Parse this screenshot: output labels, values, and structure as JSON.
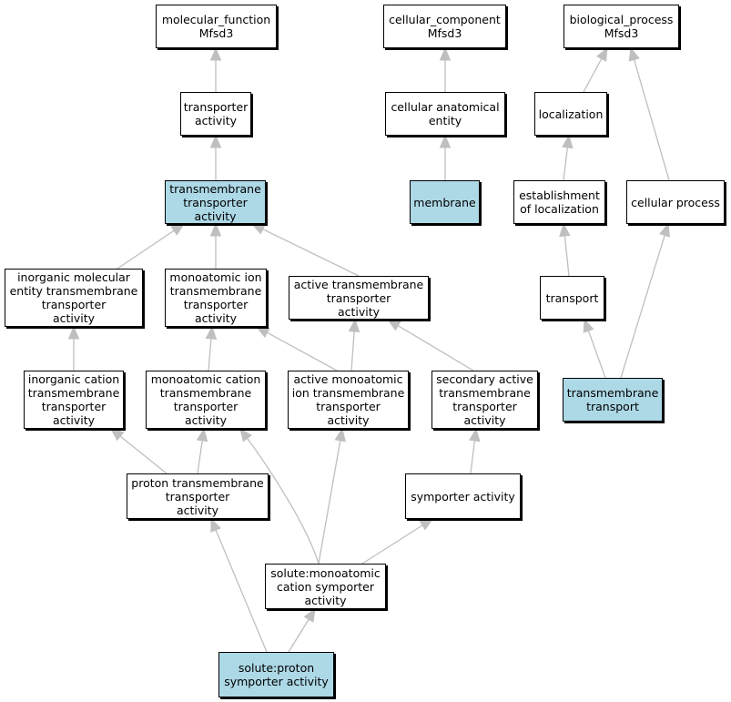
{
  "colors": {
    "highlight": "#add8e6",
    "edge": "#bfbfbf",
    "border": "#000000"
  },
  "nodes": {
    "mf": "molecular_function\nMfsd3",
    "cc": "cellular_component\nMfsd3",
    "bp": "biological_process\nMfsd3",
    "ta": "transporter\nactivity",
    "cae": "cellular anatomical\nentity",
    "loc": "localization",
    "tmta": "transmembrane\ntransporter\nactivity",
    "mem": "membrane",
    "eol": "establishment\nof localization",
    "cp": "cellular process",
    "imetta": "inorganic molecular\nentity transmembrane\ntransporter\nactivity",
    "mitta": "monoatomic ion\ntransmembrane\ntransporter\nactivity",
    "atta": "active transmembrane\ntransporter\nactivity",
    "tr": "transport",
    "icta": "inorganic cation\ntransmembrane\ntransporter\nactivity",
    "mcta": "monoatomic cation\ntransmembrane\ntransporter\nactivity",
    "amita": "active monoatomic\nion transmembrane\ntransporter\nactivity",
    "sata": "secondary active\ntransmembrane\ntransporter\nactivity",
    "tmt": "transmembrane\ntransport",
    "ptta": "proton transmembrane\ntransporter\nactivity",
    "sa": "symporter activity",
    "smcsa": "solute:monoatomic\ncation symporter\nactivity",
    "spsa": "solute:proton\nsymporter activity"
  }
}
